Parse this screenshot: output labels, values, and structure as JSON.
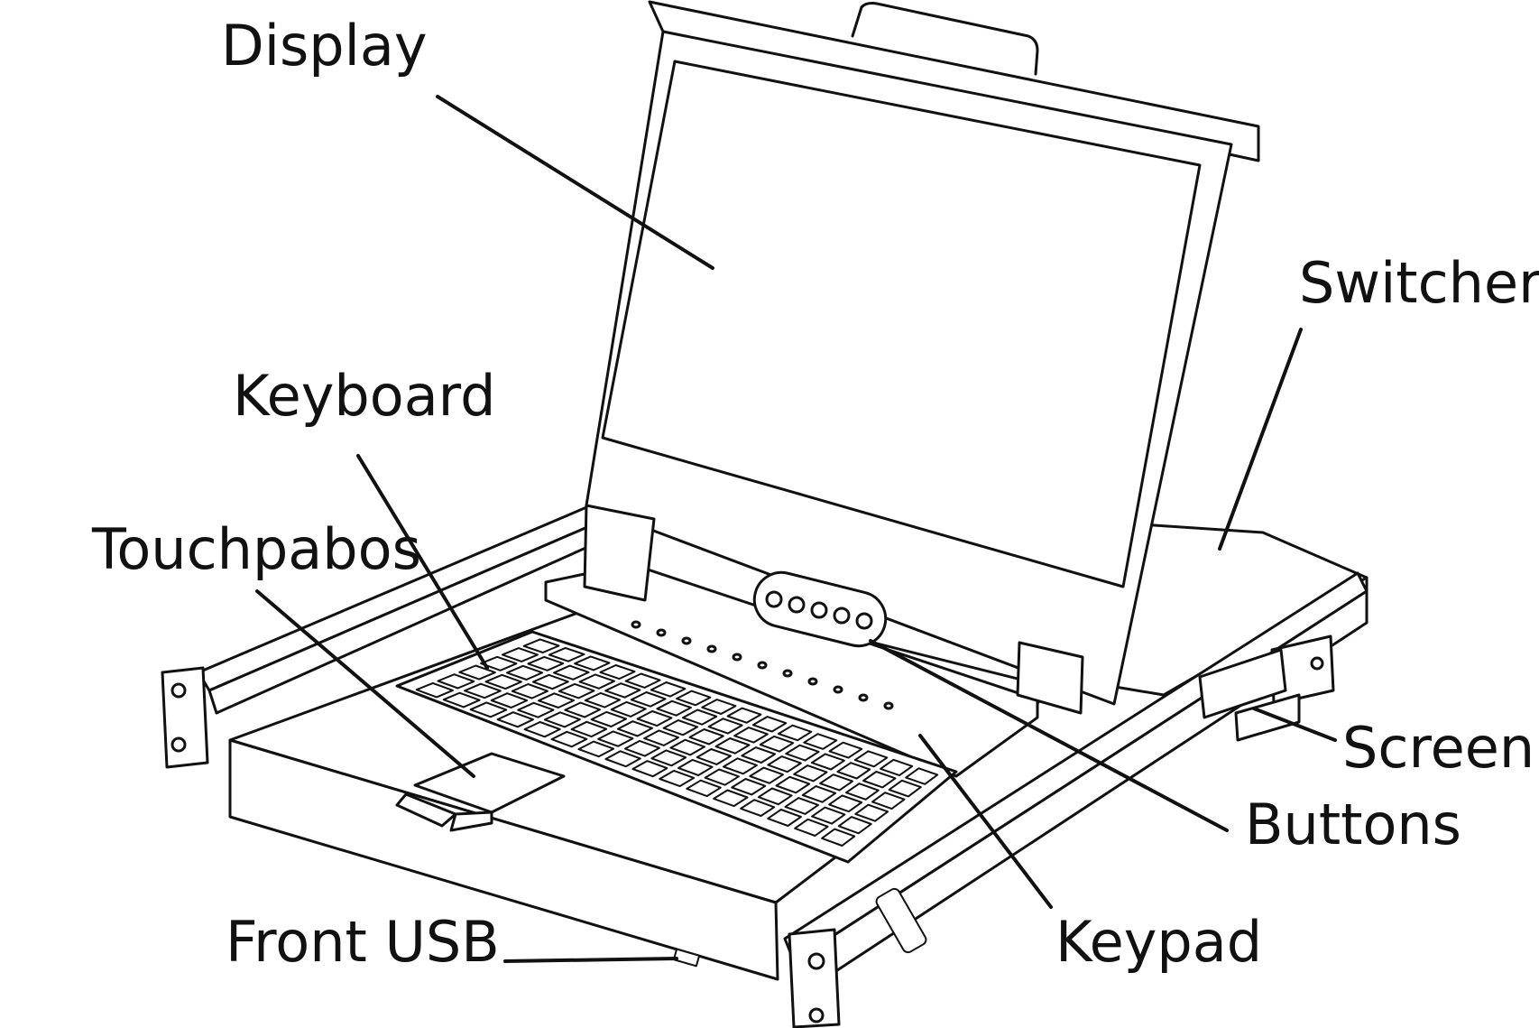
{
  "labels": {
    "display": "Display",
    "switcher": "Switcher",
    "keyboard": "Keyboard",
    "touchpad": "Touchpabos",
    "screen": "Screen",
    "buttons": "Buttons",
    "front_usb": "Front USB",
    "keypad": "Keypad"
  },
  "colors": {
    "ink": "#111111",
    "paper": "#ffffff"
  }
}
